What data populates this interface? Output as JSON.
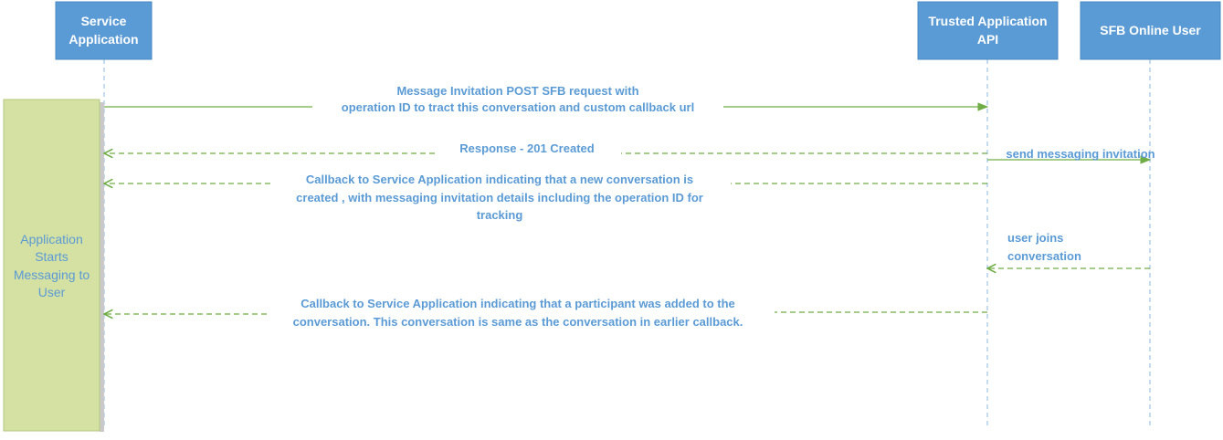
{
  "actors": [
    {
      "id": "service_app",
      "lines": [
        "Service",
        "Application"
      ]
    },
    {
      "id": "trusted_api",
      "lines": [
        "Trusted Application",
        "API"
      ]
    },
    {
      "id": "sfb_user",
      "lines": [
        "SFB Online User"
      ]
    }
  ],
  "activation": {
    "lines": [
      "Application",
      "Starts",
      "Messaging to",
      "User"
    ]
  },
  "messages": [
    {
      "id": "msg1",
      "from": "service_app",
      "to": "trusted_api",
      "style": "solid",
      "lines": [
        "Message Invitation POST SFB request with",
        "operation ID to tract this conversation and custom callback url"
      ]
    },
    {
      "id": "msg2",
      "from": "trusted_api",
      "to": "service_app",
      "style": "dashed",
      "lines": [
        "Response - 201 Created"
      ]
    },
    {
      "id": "msg3",
      "from": "trusted_api",
      "to": "sfb_user",
      "style": "solid",
      "lines": [
        "send messaging invitation"
      ]
    },
    {
      "id": "msg4",
      "from": "trusted_api",
      "to": "service_app",
      "style": "dashed",
      "lines": [
        "Callback to Service Application indicating that a new conversation is",
        "created , with messaging invitation details including the operation ID for",
        "tracking"
      ]
    },
    {
      "id": "msg5",
      "from": "sfb_user",
      "to": "trusted_api",
      "style": "dashed",
      "lines": [
        "user joins",
        "conversation"
      ]
    },
    {
      "id": "msg6",
      "from": "trusted_api",
      "to": "service_app",
      "style": "dashed",
      "lines": [
        "Callback to Service Application indicating that a participant was added to the",
        "conversation. This conversation is same as the conversation in earlier callback."
      ]
    }
  ],
  "colors": {
    "actor_fill": "#5b9bd5",
    "lifeline": "#9dc3e6",
    "arrow": "#70ad47",
    "label_text": "#5b9bd5",
    "activation_fill": "#d5e0a3"
  }
}
